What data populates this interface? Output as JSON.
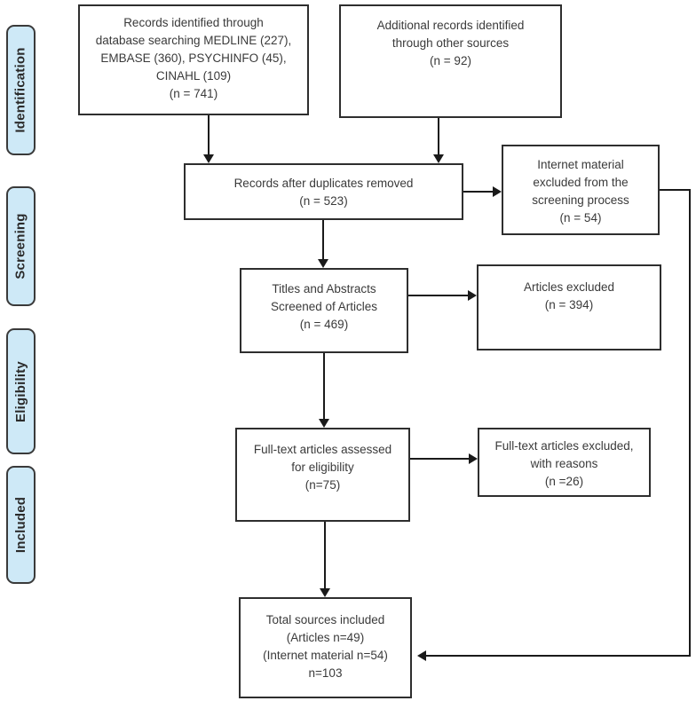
{
  "diagram": {
    "type": "prisma-flow",
    "stages": [
      {
        "label": "Identification"
      },
      {
        "label": "Screening"
      },
      {
        "label": "Eligibility"
      },
      {
        "label": "Included"
      }
    ],
    "boxes": [
      {
        "name": "records-identified",
        "lines": [
          "Records identified through",
          "database searching MEDLINE (227),",
          "EMBASE (360), PSYCHINFO (45),",
          "CINAHL (109)",
          "(n = 741)"
        ]
      },
      {
        "name": "additional-records",
        "lines": [
          "Additional records identified",
          "through other sources",
          "(n = 92)"
        ]
      },
      {
        "name": "records-after-duplicates",
        "lines": [
          "Records after duplicates removed",
          "(n = 523)"
        ]
      },
      {
        "name": "internet-material-excluded",
        "lines": [
          "Internet material",
          "excluded from the",
          "screening process",
          "(n = 54)"
        ]
      },
      {
        "name": "titles-abstracts-screened",
        "lines": [
          "Titles and Abstracts",
          "Screened of Articles",
          "(n = 469)"
        ]
      },
      {
        "name": "articles-excluded",
        "lines": [
          "Articles excluded",
          "(n = 394)"
        ]
      },
      {
        "name": "fulltext-assessed",
        "lines": [
          "Full-text articles assessed",
          "for eligibility",
          "(n=75)"
        ]
      },
      {
        "name": "fulltext-excluded",
        "lines": [
          "Full-text articles excluded,",
          "with reasons",
          "(n =26)"
        ]
      },
      {
        "name": "total-sources-included",
        "lines": [
          "Total sources included",
          "(Articles n=49)",
          "(Internet material n=54)",
          "n=103"
        ]
      }
    ],
    "colors": {
      "stage_fill": "#CEE9F7",
      "stage_border": "#3A3A3A",
      "box_border": "#2E2E2E",
      "text": "#3A3A3A",
      "connector": "#1A1A1A",
      "background": "#FFFFFF"
    }
  }
}
